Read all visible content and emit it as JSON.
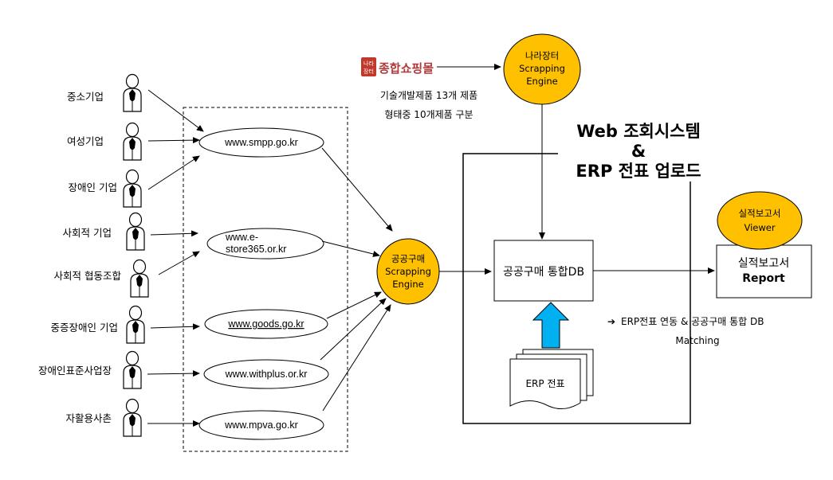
{
  "actors": [
    {
      "id": "sme",
      "label": "중소기업"
    },
    {
      "id": "women",
      "label": "여성기업"
    },
    {
      "id": "disabled",
      "label": "장애인 기업"
    },
    {
      "id": "social",
      "label": "사회적 기업"
    },
    {
      "id": "social-coop",
      "label": "사회적 협동조합"
    },
    {
      "id": "severe-disabled",
      "label": "중증장애인 기업"
    },
    {
      "id": "disabled-standard",
      "label": "장애인표준사업장"
    },
    {
      "id": "rehab",
      "label": "자활용사촌"
    }
  ],
  "websites": [
    {
      "id": "smpp",
      "label": "www.smpp.go.kr"
    },
    {
      "id": "estore-1",
      "label": "www.e-"
    },
    {
      "id": "estore-2",
      "label": "store365.or.kr"
    },
    {
      "id": "goods",
      "label": "www.goods.go.kr"
    },
    {
      "id": "withplus",
      "label": "www.withplus.or.kr"
    },
    {
      "id": "mpva",
      "label": "www.mpva.go.kr"
    }
  ],
  "logo": {
    "badge_top": "나라",
    "badge_bottom": "장터",
    "text": "종합쇼핑몰"
  },
  "logo_note": [
    "기술개발제품 13개 제품",
    "형태중 10개제품 구분"
  ],
  "engines": {
    "nara": [
      "나라장터",
      "Scrapping",
      "Engine"
    ],
    "public": [
      "공공구매",
      "Scrapping",
      "Engine"
    ],
    "viewer": [
      "실적보고서",
      "Viewer"
    ]
  },
  "web_system_title": [
    "Web 조회시스템",
    "&",
    "ERP 전표 업로드"
  ],
  "integrated_db": "공공구매 통합DB",
  "erp_doc": "ERP 전표",
  "report": [
    "실적보고서",
    "Report"
  ],
  "note": [
    "ERP전표 연동 & 공공구매 통합 DB",
    "Matching"
  ],
  "colors": {
    "engine_fill": "#FFC000",
    "upload_arrow": "#00B0F0"
  }
}
